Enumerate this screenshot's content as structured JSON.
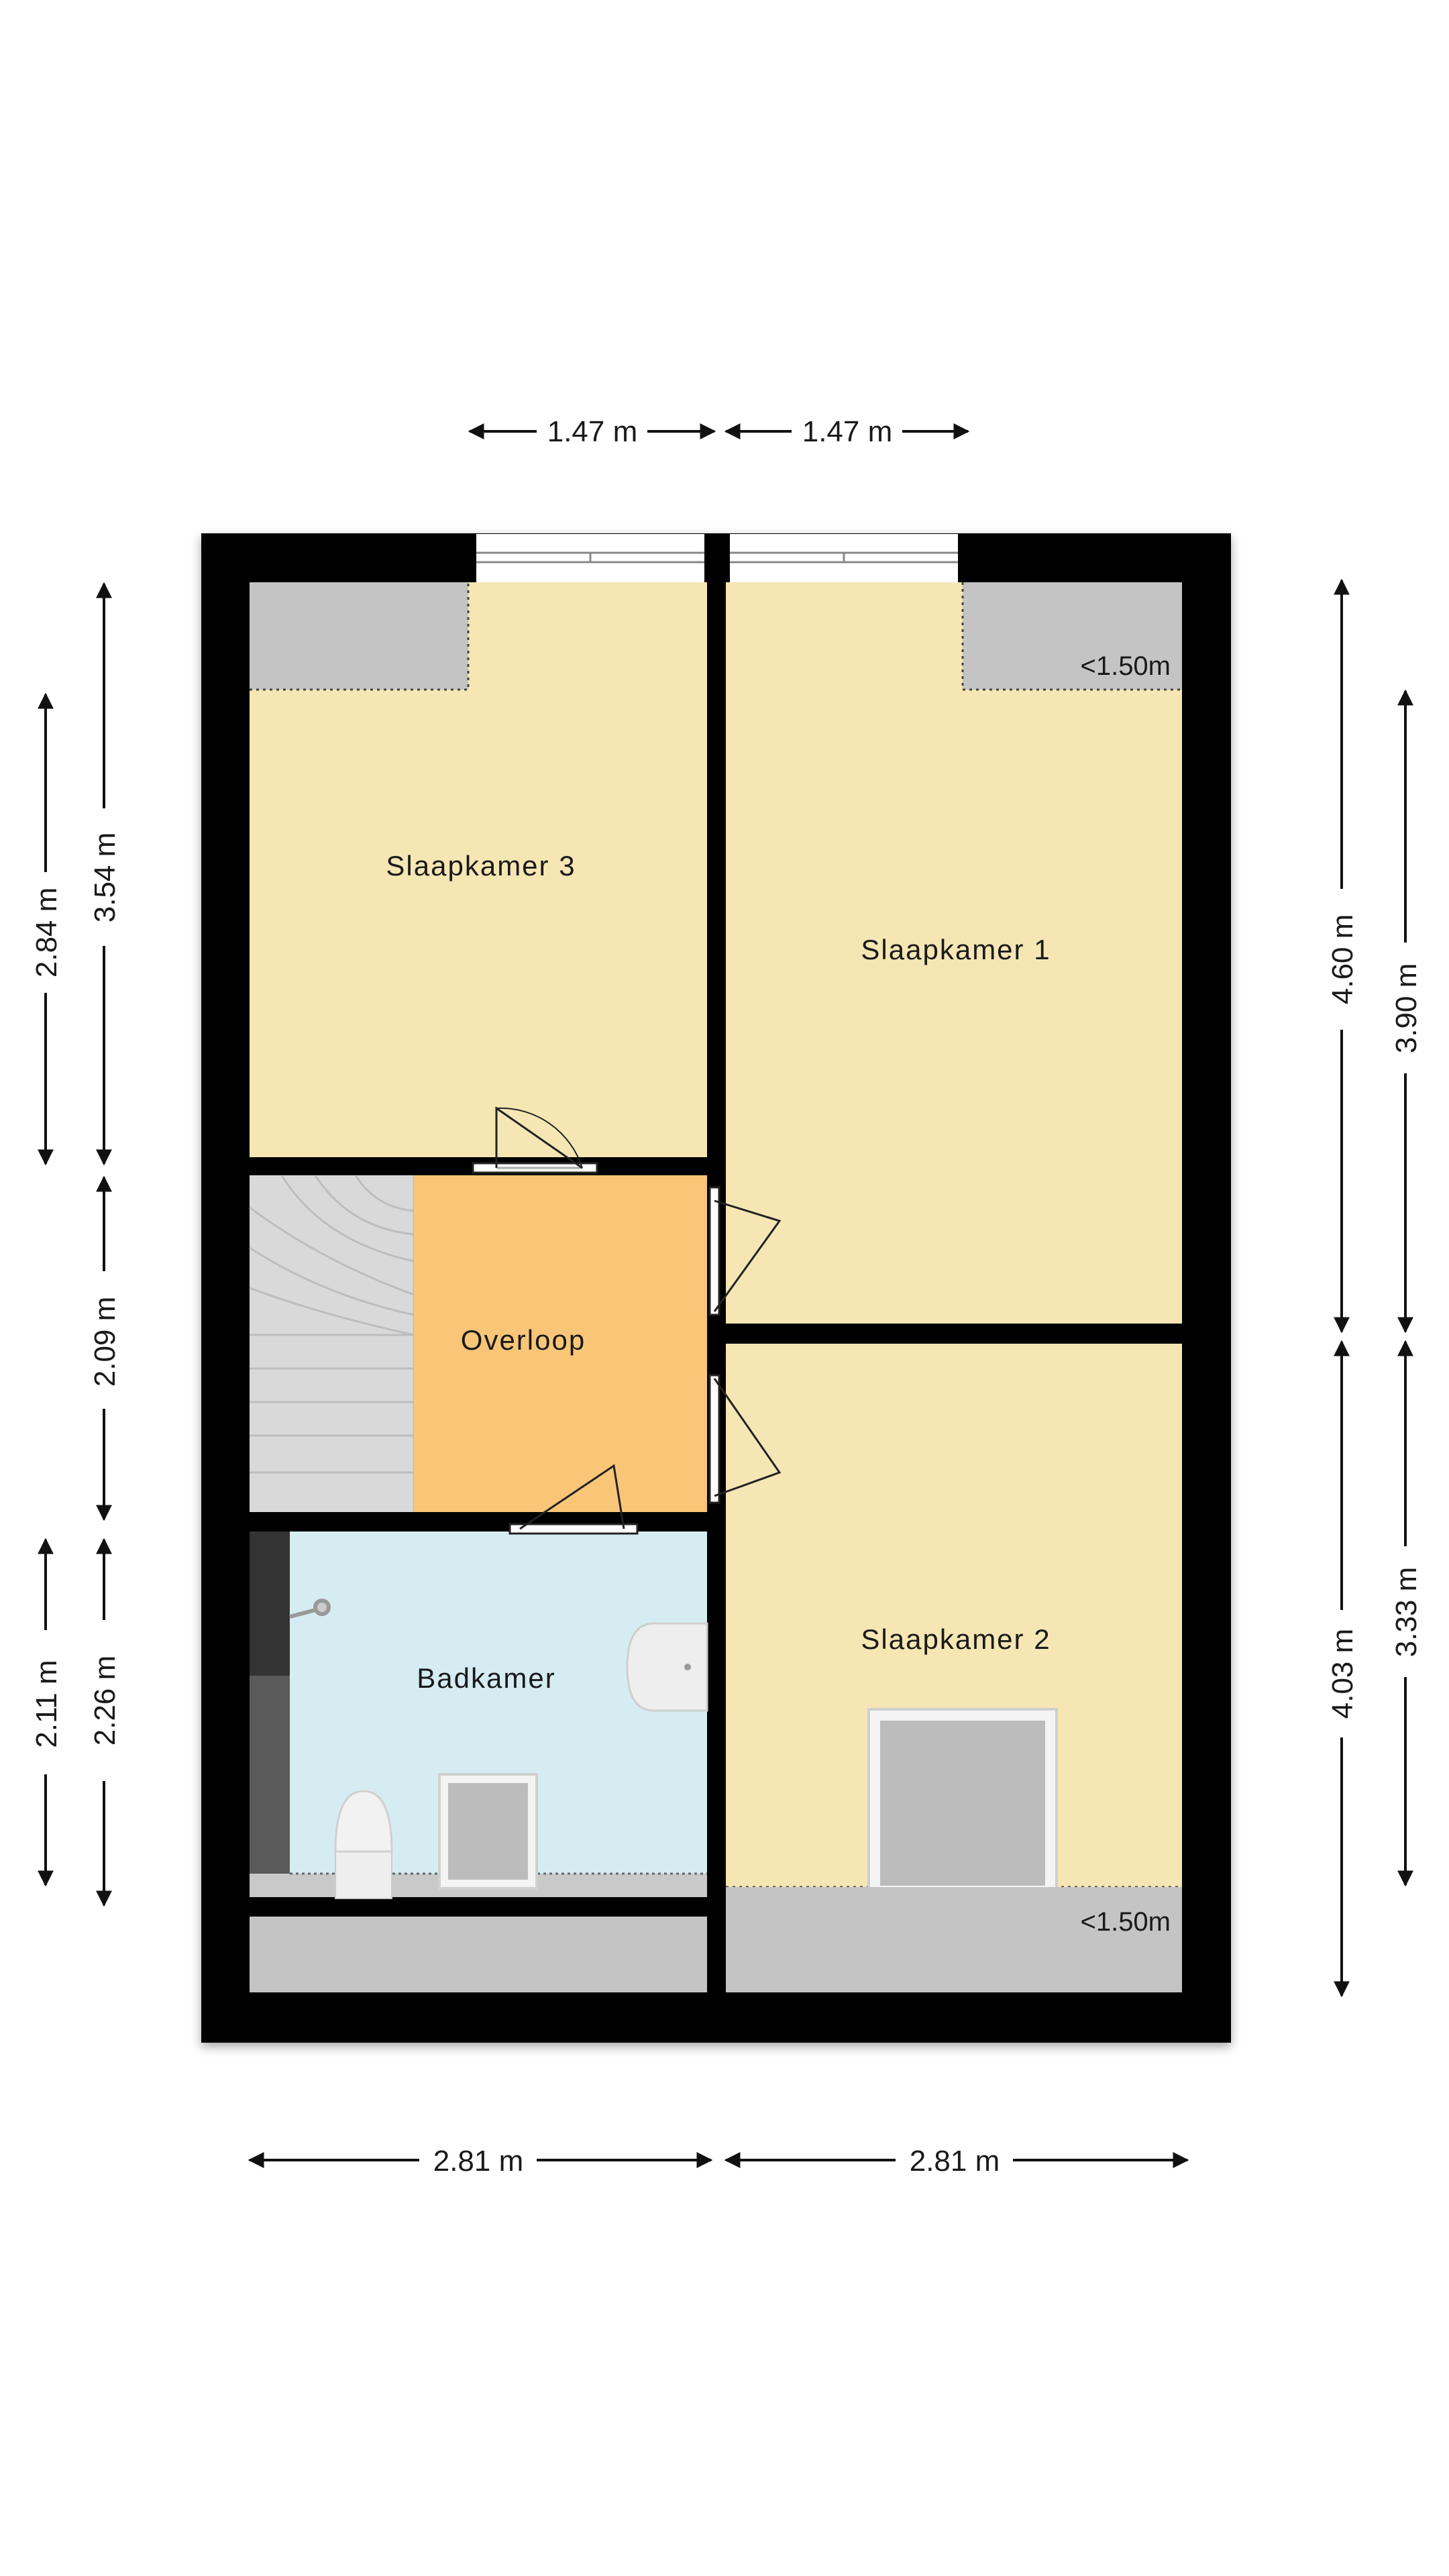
{
  "colors": {
    "wall": "#000000",
    "bedroom": "#f5e6b4",
    "landing": "#f9c678",
    "bathroom": "#d6ecf3",
    "low_ceiling": "#c4c4c4",
    "stairs": "#d9d9d9"
  },
  "rooms": {
    "slaapkamer3": "Slaapkamer 3",
    "slaapkamer1": "Slaapkamer 1",
    "overloop": "Overloop",
    "badkamer": "Badkamer",
    "slaapkamer2": "Slaapkamer 2"
  },
  "low_ceiling_notes": {
    "top_right": "<1.50m",
    "bottom_right": "<1.50m"
  },
  "dimensions": {
    "top_left": "1.47 m",
    "top_right": "1.47 m",
    "bottom_left": "2.81 m",
    "bottom_right": "2.81 m",
    "left_outer_top": "2.84 m",
    "left_outer_bottom": "2.11 m",
    "left_inner_top": "3.54 m",
    "left_inner_mid": "2.09 m",
    "left_inner_bottom": "2.26 m",
    "right_inner_top": "4.60 m",
    "right_inner_bottom": "4.03 m",
    "right_outer_top": "3.90 m",
    "right_outer_bottom": "3.33 m"
  }
}
